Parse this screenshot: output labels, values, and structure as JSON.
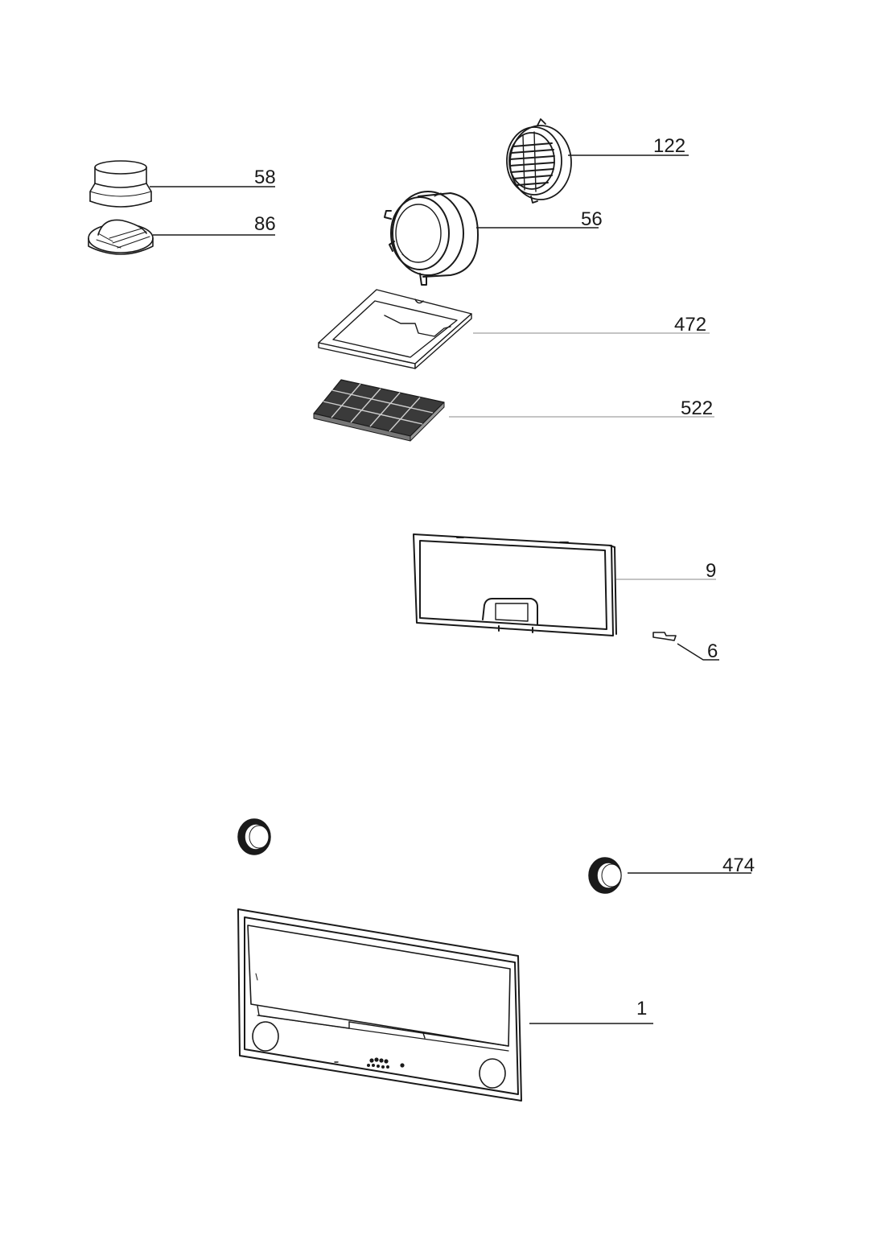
{
  "diagram": {
    "callouts": [
      {
        "id": "58",
        "label": "58"
      },
      {
        "id": "86",
        "label": "86"
      },
      {
        "id": "122",
        "label": "122"
      },
      {
        "id": "56",
        "label": "56"
      },
      {
        "id": "472",
        "label": "472"
      },
      {
        "id": "522",
        "label": "522"
      },
      {
        "id": "9",
        "label": "9"
      },
      {
        "id": "6",
        "label": "6"
      },
      {
        "id": "474",
        "label": "474"
      },
      {
        "id": "1",
        "label": "1"
      }
    ]
  }
}
